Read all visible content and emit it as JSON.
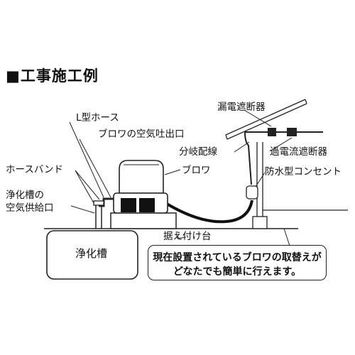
{
  "title": "■工事施工例",
  "labels": {
    "l_hose": "L型ホース",
    "blower_outlet": "ブロワの空気吐出口",
    "hose_band": "ホースバンド",
    "tank_inlet_1": "浄化槽の",
    "tank_inlet_2": "空気供給口",
    "tank": "浄化槽",
    "leakage_breaker": "漏電遮断器",
    "branch_wiring": "分岐配線",
    "blower": "ブロワ",
    "overcurrent_breaker": "過電流遮断器",
    "waterproof_outlet": "防水型コンセント",
    "base": "据え付け台"
  },
  "note": {
    "line1": "現在設置されているブロワの取替えが",
    "line2": "どなたでも簡単に行えます。"
  }
}
